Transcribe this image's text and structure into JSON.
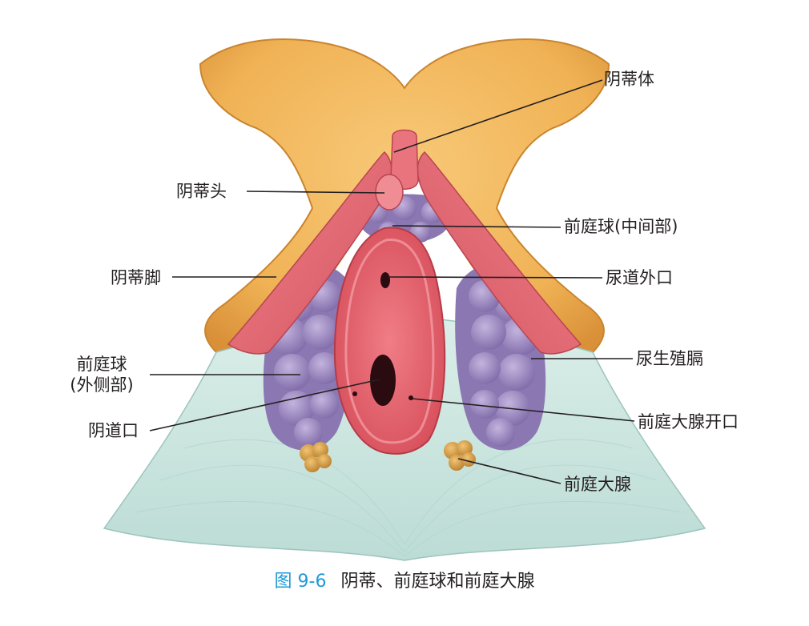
{
  "labels": {
    "clitoris_body": "阴蒂体",
    "glans_clitoris": "阴蒂头",
    "vestibular_bulb_middle": "前庭球(中间部)",
    "external_urethral_orifice": "尿道外口",
    "crus_of_clitoris": "阴蒂脚",
    "urogenital_diaphragm": "尿生殖膈",
    "vestibular_bulb_lateral_line1": "前庭球",
    "vestibular_bulb_lateral_line2": "(外侧部)",
    "vaginal_orifice": "阴道口",
    "greater_vestibular_gland_opening": "前庭大腺开口",
    "greater_vestibular_gland": "前庭大腺"
  },
  "caption": {
    "number": "图 9-6",
    "text": "阴蒂、前庭球和前庭大腺"
  },
  "colors": {
    "bone": "#f2b75a",
    "bone_shadow": "#d98f2e",
    "muscle": "#e8707a",
    "muscle_dark": "#c94a55",
    "bulb": "#8e7ab5",
    "bulb_light": "#b4a3d2",
    "diaphragm": "#cfe6e1",
    "diaphragm_dark": "#a9cfc8",
    "vestibule": "#e8606c",
    "vestibule_inner": "#d94a57",
    "gland": "#d9a145",
    "leader_line": "#231f20",
    "caption_number": "#1e9ad6"
  }
}
